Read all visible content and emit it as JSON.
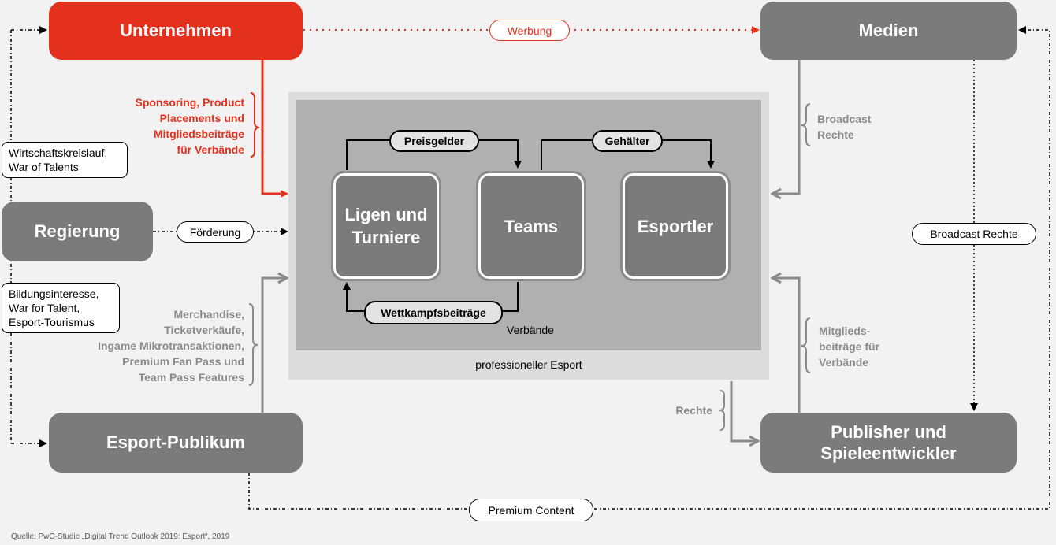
{
  "nodes": {
    "unternehmen": "Unternehmen",
    "medien": "Medien",
    "regierung": "Regierung",
    "publikum": "Esport-Publikum",
    "publisher": "Publisher und\nSpieleentwickler",
    "ligen": "Ligen und\nTurniere",
    "teams": "Teams",
    "esportler": "Esportler"
  },
  "areas": {
    "verbaende": "Verbände",
    "professioneller": "professioneller Esport"
  },
  "pills": {
    "werbung": "Werbung",
    "foerderung": "Förderung",
    "broadcast_rechte": "Broadcast Rechte",
    "premium_content": "Premium Content",
    "preisgelder": "Preisgelder",
    "gehaelter": "Gehälter",
    "wettkampfsbeitraege": "Wettkampfsbeiträge"
  },
  "notes": {
    "wirtschaft": "Wirtschaftskreislauf,\nWar of Talents",
    "bildung": "Bildungsinteresse,\nWar for Talent,\nEsport-Tourismus"
  },
  "labels": {
    "sponsoring": "Sponsoring, Product\nPlacements und\nMitgliedsbeiträge\nfür Verbände",
    "merchandise": "Merchandise,\nTicketverkäufe,\nIngame Mikrotransaktionen,\nPremium Fan Pass und\nTeam Pass Features",
    "broadcast": "Broadcast\nRechte",
    "mitglieds": "Mitglieds-\nbeiträge für\nVerbände",
    "rechte": "Rechte"
  },
  "source": "Quelle: PwC-Studie „Digital Trend Outlook 2019: Esport“, 2019",
  "colors": {
    "accent_red": "#e3311d",
    "node_grey": "#7b7b7b",
    "outer_area": "#dcdcdc",
    "inner_area": "#b0b0b0",
    "label_grey": "#8a8a8a"
  }
}
